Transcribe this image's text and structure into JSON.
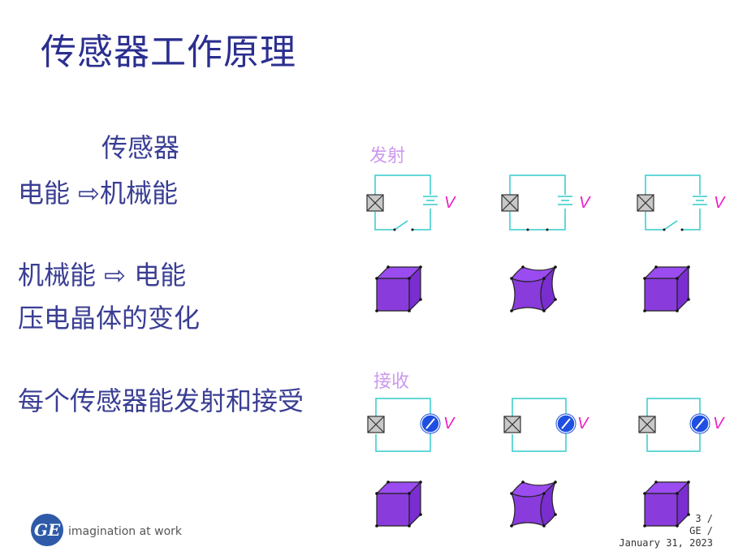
{
  "title": "传感器工作原理",
  "left": {
    "heading": "传感器",
    "line1": "电能 ⇨机械能",
    "line2": "机械能 ⇨    电能",
    "line3": "压电晶体的变化",
    "line4": "每个传感器能发射和接受"
  },
  "diagram": {
    "transmit_label": "发射",
    "receive_label": "接收",
    "voltage_label": "V"
  },
  "logo": {
    "mark": "GE",
    "tagline": "imagination at work"
  },
  "footer": {
    "page": "3 /",
    "org": "GE /",
    "date": "January 31, 2023"
  }
}
